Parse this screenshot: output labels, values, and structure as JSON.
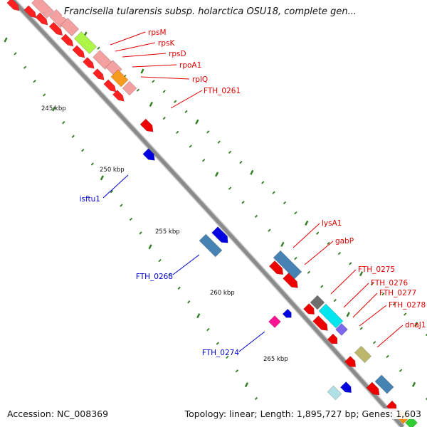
{
  "title": "Francisella tularensis subsp. holarctica OSU18, complete gen...",
  "accession": "Accession: NC_008369",
  "summary": "Topology: linear; Length: 1,895,727 bp; Genes: 1,603",
  "colors": {
    "backbone": "#8a8a8a",
    "tick": "#2e7d1e",
    "forward_label": "#e00000",
    "reverse_label": "#0000c8"
  },
  "ruler": [
    {
      "label": "245 kbp"
    },
    {
      "label": "250 kbp"
    },
    {
      "label": "255 kbp"
    },
    {
      "label": "260 kbp"
    },
    {
      "label": "265 kbp"
    }
  ],
  "gene_labels": [
    {
      "text": "rpsM",
      "strand": "forward"
    },
    {
      "text": "rpsK",
      "strand": "forward"
    },
    {
      "text": "rpsD",
      "strand": "forward"
    },
    {
      "text": "rpoA1",
      "strand": "forward"
    },
    {
      "text": "rplQ",
      "strand": "forward"
    },
    {
      "text": "FTH_0261",
      "strand": "forward"
    },
    {
      "text": "isftu1",
      "strand": "reverse"
    },
    {
      "text": "lysA1",
      "strand": "forward"
    },
    {
      "text": "gabP",
      "strand": "forward"
    },
    {
      "text": "FTH_0268",
      "strand": "reverse"
    },
    {
      "text": "FTH_0275",
      "strand": "forward"
    },
    {
      "text": "FTH_0276",
      "strand": "forward"
    },
    {
      "text": "FTH_0277",
      "strand": "forward"
    },
    {
      "text": "FTH_0278",
      "strand": "forward"
    },
    {
      "text": "dnaJ1",
      "strand": "forward"
    },
    {
      "text": "FTH_0274",
      "strand": "reverse"
    }
  ]
}
